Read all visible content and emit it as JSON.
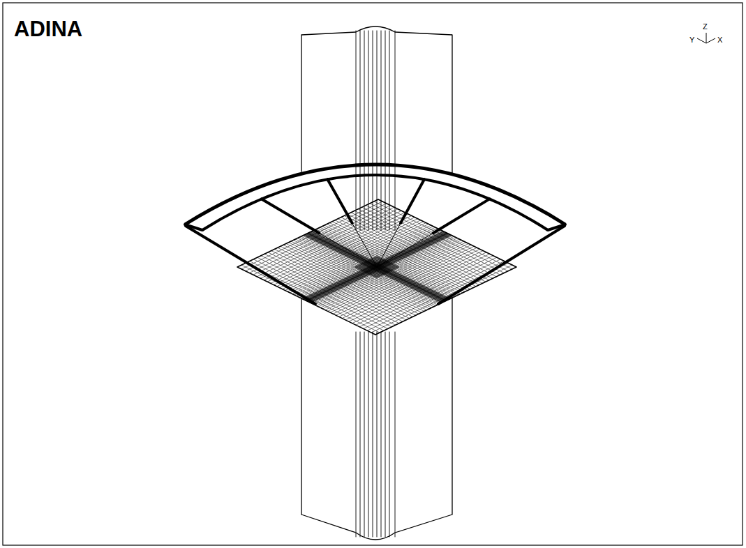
{
  "diagram": {
    "title": "ADINA",
    "labels": [
      "Y",
      "Z",
      "X"
    ]
  }
}
